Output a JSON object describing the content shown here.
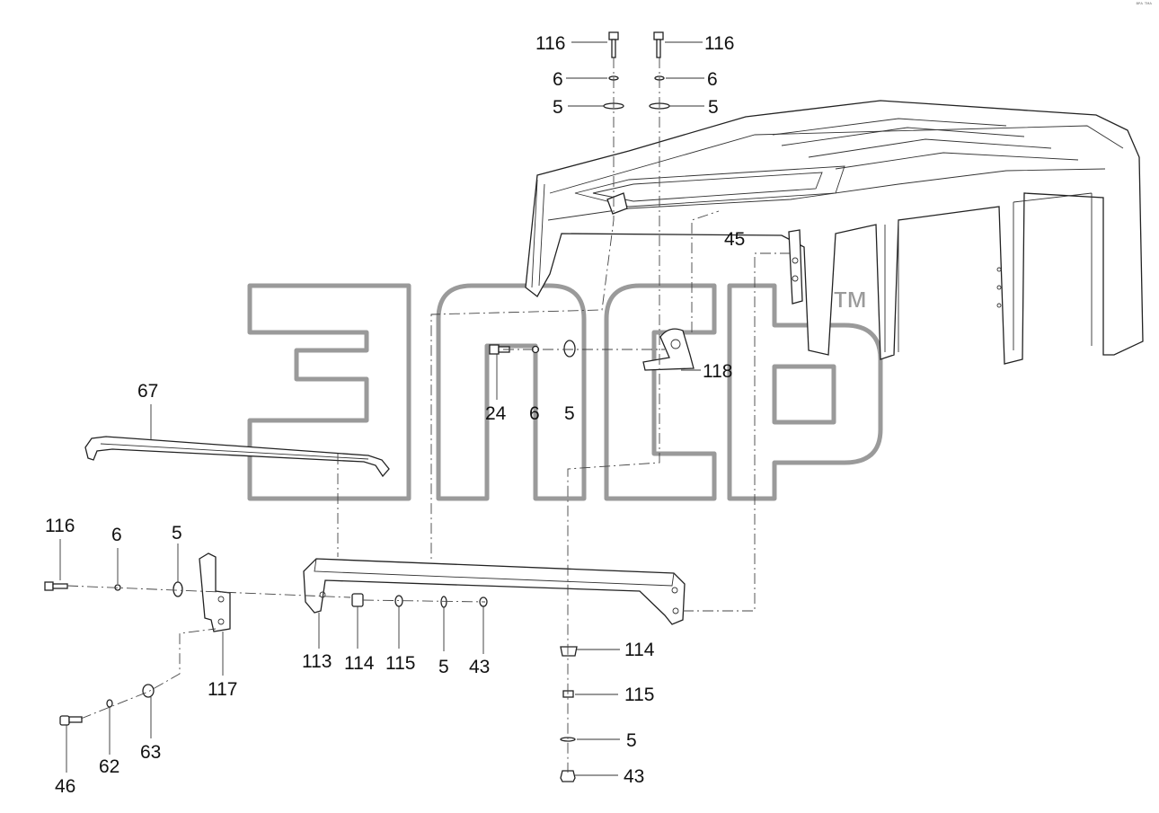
{
  "corner_note": "ᴮᴾᴬ ᵀᴹᴬ",
  "watermark": {
    "text": "ᴛᴍ"
  },
  "labels": [
    {
      "id": "l116a",
      "text": "116"
    },
    {
      "id": "l116b",
      "text": "116"
    },
    {
      "id": "l6a",
      "text": "6"
    },
    {
      "id": "l6b",
      "text": "6"
    },
    {
      "id": "l5a",
      "text": "5"
    },
    {
      "id": "l5b",
      "text": "5"
    },
    {
      "id": "l45",
      "text": "45"
    },
    {
      "id": "l118",
      "text": "118"
    },
    {
      "id": "l24",
      "text": "24"
    },
    {
      "id": "l6c",
      "text": "6"
    },
    {
      "id": "l5c",
      "text": "5"
    },
    {
      "id": "l67",
      "text": "67"
    },
    {
      "id": "l116c",
      "text": "116"
    },
    {
      "id": "l6d",
      "text": "6"
    },
    {
      "id": "l5d",
      "text": "5"
    },
    {
      "id": "l113",
      "text": "113"
    },
    {
      "id": "l114a",
      "text": "114"
    },
    {
      "id": "l115a",
      "text": "115"
    },
    {
      "id": "l5e",
      "text": "5"
    },
    {
      "id": "l43a",
      "text": "43"
    },
    {
      "id": "l117",
      "text": "117"
    },
    {
      "id": "l46",
      "text": "46"
    },
    {
      "id": "l62",
      "text": "62"
    },
    {
      "id": "l63",
      "text": "63"
    },
    {
      "id": "l114b",
      "text": "114"
    },
    {
      "id": "l115b",
      "text": "115"
    },
    {
      "id": "l5f",
      "text": "5"
    },
    {
      "id": "l43b",
      "text": "43"
    }
  ]
}
